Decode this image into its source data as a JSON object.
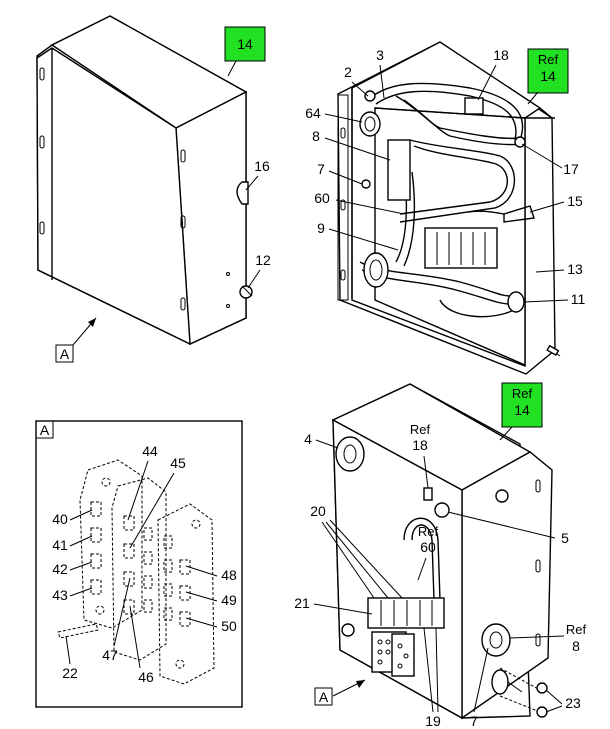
{
  "callouts": {
    "tag_14_top": "14",
    "tag_ref_top": "Ref",
    "tag_ref_14_top": "14",
    "tag_ref_bottom": "Ref",
    "tag_ref_14_bottom": "14",
    "n16": "16",
    "n12": "12",
    "n2": "2",
    "n3": "3",
    "n18": "18",
    "n64": "64",
    "n8": "8",
    "n7": "7",
    "n60": "60",
    "n9": "9",
    "n17": "17",
    "n15": "15",
    "n13": "13",
    "n11": "11",
    "n44": "44",
    "n45": "45",
    "n40": "40",
    "n41": "41",
    "n42": "42",
    "n43": "43",
    "n48": "48",
    "n49": "49",
    "n50": "50",
    "n22": "22",
    "n47": "47",
    "n46": "46",
    "n4": "4",
    "ref18_a": "Ref",
    "ref18_b": "18",
    "n20": "20",
    "n5": "5",
    "ref60_a": "Ref",
    "ref60_b": "60",
    "n21": "21",
    "ref8_a": "Ref",
    "ref8_b": "8",
    "n23": "23",
    "n19": "19",
    "n7b": "7"
  },
  "view_labels": {
    "view_a_top": "A",
    "view_a_box": "A",
    "view_a_bottom": "A"
  },
  "colors": {
    "tag_fill": "#22e022"
  }
}
